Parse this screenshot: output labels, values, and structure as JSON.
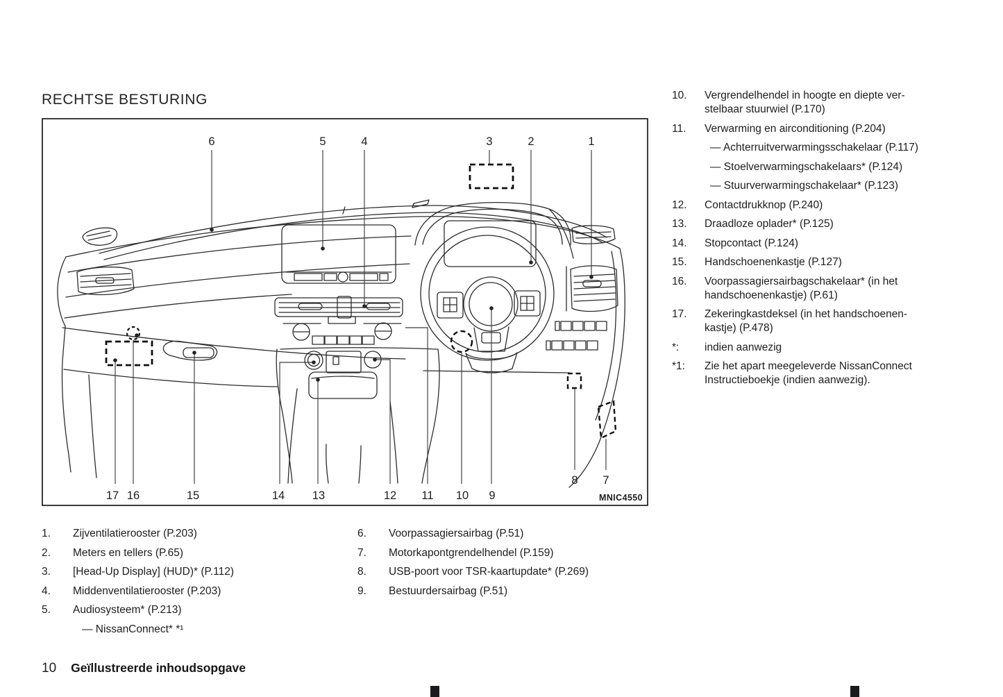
{
  "page": {
    "title": "RECHTSE BESTURING",
    "footer": {
      "page_number": "10",
      "section": "Geïllustreerde inhoudsopgave"
    }
  },
  "diagram": {
    "figure_code": "MNIC4550",
    "callouts": {
      "n1": "1",
      "n2": "2",
      "n3": "3",
      "n4": "4",
      "n5": "5",
      "n6": "6",
      "n7": "7",
      "n8": "8",
      "n9": "9",
      "n10": "10",
      "n11": "11",
      "n12": "12",
      "n13": "13",
      "n14": "14",
      "n15": "15",
      "n16": "16",
      "n17": "17"
    }
  },
  "legend_left": [
    {
      "num": "1.",
      "text": "Zijventilatierooster (P.203)"
    },
    {
      "num": "2.",
      "text": "Meters en tellers (P.65)"
    },
    {
      "num": "3.",
      "text": "[Head-Up Display] (HUD)* (P.112)"
    },
    {
      "num": "4.",
      "text": "Middenventilatierooster (P.203)"
    },
    {
      "num": "5.",
      "text": "Audiosysteem* (P.213)",
      "sub": [
        "— NissanConnect* *¹"
      ]
    }
  ],
  "legend_mid": [
    {
      "num": "6.",
      "text": "Voorpassagiersairbag (P.51)"
    },
    {
      "num": "7.",
      "text": "Motorkapontgrendelhendel (P.159)"
    },
    {
      "num": "8.",
      "text": "USB-poort voor TSR-kaartupdate* (P.269)"
    },
    {
      "num": "9.",
      "text": "Bestuurdersairbag (P.51)"
    }
  ],
  "legend_right": [
    {
      "num": "10.",
      "text": "Vergrendelhendel in hoogte en diepte ver-\nstelbaar stuurwiel (P.170)"
    },
    {
      "num": "11.",
      "text": "Verwarming en airconditioning (P.204)",
      "sub": [
        "— Achterruitverwarmingsschakelaar (P.117)",
        "— Stoelverwarmingschakelaars* (P.124)",
        "— Stuurverwarmingschakelaar* (P.123)"
      ]
    },
    {
      "num": "12.",
      "text": "Contactdrukknop (P.240)"
    },
    {
      "num": "13.",
      "text": "Draadloze oplader* (P.125)"
    },
    {
      "num": "14.",
      "text": "Stopcontact (P.124)"
    },
    {
      "num": "15.",
      "text": "Handschoenenkastje (P.127)"
    },
    {
      "num": "16.",
      "text": "Voorpassagiersairbagschakelaar* (in het\nhandschoenenkastje) (P.61)"
    },
    {
      "num": "17.",
      "text": "Zekeringkastdeksel (in het handschoenen-\nkastje) (P.478)"
    },
    {
      "num": "*:",
      "text": "indien aanwezig"
    },
    {
      "num": "*1:",
      "text": "Zie het apart meegeleverde NissanConnect\nInstructieboekje (indien aanwezig)."
    }
  ]
}
